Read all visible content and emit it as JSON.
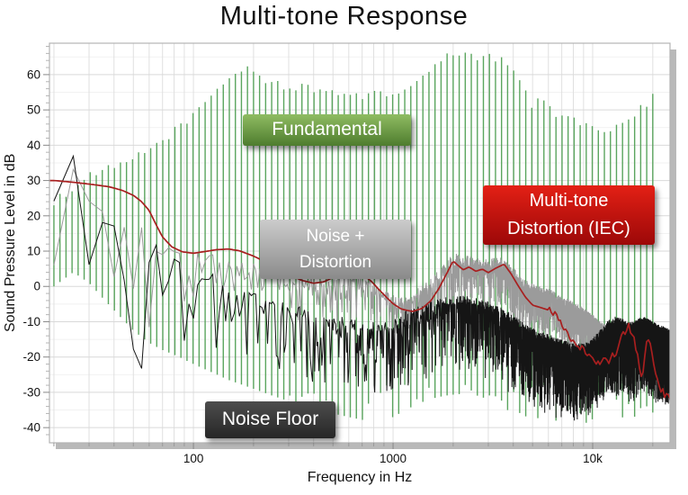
{
  "title": "Multi-tone Response",
  "chart_data": {
    "type": "line",
    "title": "Multi-tone Response",
    "xlabel": "Frequency in Hz",
    "ylabel": "Sound Pressure Level in dB",
    "x_scale": "log",
    "xlim": [
      19,
      24400
    ],
    "ylim": [
      -44.3,
      68.9
    ],
    "grid": "on",
    "x_ticks": [
      {
        "f": 100,
        "label": "100"
      },
      {
        "f": 1000,
        "label": "1000"
      },
      {
        "f": 10000,
        "label": "10k"
      }
    ],
    "y_ticks": [
      {
        "v": 60,
        "label": "60"
      },
      {
        "v": 50,
        "label": "50"
      },
      {
        "v": 40,
        "label": "40"
      },
      {
        "v": 30,
        "label": "30"
      },
      {
        "v": 20,
        "label": "20"
      },
      {
        "v": 10,
        "label": "10"
      },
      {
        "v": 0,
        "label": "0"
      },
      {
        "v": -10,
        "label": "-10"
      },
      {
        "v": -20,
        "label": "-20"
      },
      {
        "v": -30,
        "label": "-30"
      },
      {
        "v": -40,
        "label": "-40"
      }
    ],
    "colors": {
      "fundamental": "#52a156",
      "noise_distortion": "#9b9b9b",
      "noise_floor": "#151515",
      "distortion_iec": "#a81f1f",
      "grid_v": "#e0e0e0",
      "grid_major_h": "#d9d9d9",
      "grid_minor_h": "#f1f1f1",
      "frame": "#b3b3b3",
      "shadow": "#b9b9b9",
      "tick": "#888888",
      "text": "#111111"
    },
    "series": [
      {
        "name": "Fundamental",
        "type": "comb",
        "color": "#52a156",
        "tones": 100,
        "tone_range_hz": [
          20,
          20000
        ],
        "top_jitter_db": 2.4,
        "envelope_db": [
          [
            20,
            24
          ],
          [
            25,
            28
          ],
          [
            30,
            31
          ],
          [
            35,
            33
          ],
          [
            40,
            33.5
          ],
          [
            45,
            34.5
          ],
          [
            50,
            36
          ],
          [
            56,
            38
          ],
          [
            63,
            39.5
          ],
          [
            70,
            41.5
          ],
          [
            80,
            44
          ],
          [
            90,
            46.5
          ],
          [
            100,
            48.5
          ],
          [
            110,
            51
          ],
          [
            120,
            53.5
          ],
          [
            132,
            55.5
          ],
          [
            145,
            58
          ],
          [
            160,
            60.5
          ],
          [
            175,
            61.8
          ],
          [
            190,
            61.8
          ],
          [
            205,
            60.5
          ],
          [
            225,
            58.5
          ],
          [
            250,
            57.5
          ],
          [
            280,
            57
          ],
          [
            320,
            56.5
          ],
          [
            370,
            56
          ],
          [
            430,
            55.5
          ],
          [
            500,
            55
          ],
          [
            600,
            54.6
          ],
          [
            700,
            54.2
          ],
          [
            800,
            54.4
          ],
          [
            900,
            54.2
          ],
          [
            1000,
            54.8
          ],
          [
            1150,
            56
          ],
          [
            1300,
            58
          ],
          [
            1500,
            60.5
          ],
          [
            1700,
            63
          ],
          [
            1900,
            65.2
          ],
          [
            2100,
            66.4
          ],
          [
            2300,
            66
          ],
          [
            2500,
            64.8
          ],
          [
            2800,
            64.6
          ],
          [
            3100,
            64.8
          ],
          [
            3400,
            64.6
          ],
          [
            3700,
            64.2
          ],
          [
            4000,
            62
          ],
          [
            4300,
            58.5
          ],
          [
            4600,
            55.5
          ],
          [
            5000,
            50.5
          ],
          [
            5300,
            52
          ],
          [
            5600,
            54
          ],
          [
            6000,
            52
          ],
          [
            6400,
            49.5
          ],
          [
            6900,
            48.5
          ],
          [
            7500,
            48
          ],
          [
            8200,
            47
          ],
          [
            9000,
            46
          ],
          [
            10000,
            45.2
          ],
          [
            11000,
            44.6
          ],
          [
            12000,
            44
          ],
          [
            13000,
            44.5
          ],
          [
            14000,
            46.5
          ],
          [
            15000,
            48.5
          ],
          [
            16000,
            47
          ],
          [
            17000,
            50.5
          ],
          [
            18000,
            52
          ],
          [
            19000,
            51
          ],
          [
            20000,
            55.5
          ]
        ]
      },
      {
        "name": "Noise + Distortion",
        "type": "noisy",
        "color": "#9b9b9b",
        "jitter_up_db": 3,
        "jitter_down_db": 13,
        "base_db": [
          [
            20,
            27
          ],
          [
            25,
            31
          ],
          [
            30,
            28
          ],
          [
            36,
            23.5
          ],
          [
            42,
            20
          ],
          [
            50,
            16
          ],
          [
            60,
            13
          ],
          [
            70,
            11
          ],
          [
            85,
            9.5
          ],
          [
            100,
            8.2
          ],
          [
            120,
            7.2
          ],
          [
            150,
            6.5
          ],
          [
            200,
            5
          ],
          [
            250,
            3.5
          ],
          [
            300,
            2.2
          ],
          [
            360,
            0.8
          ],
          [
            420,
            0.2
          ],
          [
            500,
            1
          ],
          [
            560,
            2
          ],
          [
            620,
            2.2
          ],
          [
            700,
            1.2
          ],
          [
            800,
            -0.8
          ],
          [
            900,
            -2.6
          ],
          [
            1000,
            -3.8
          ],
          [
            1150,
            -4.5
          ],
          [
            1300,
            -3
          ],
          [
            1500,
            0
          ],
          [
            1700,
            3
          ],
          [
            1900,
            6
          ],
          [
            2100,
            7.5
          ],
          [
            2300,
            7
          ],
          [
            2600,
            6.2
          ],
          [
            3000,
            6
          ],
          [
            3400,
            6.8
          ],
          [
            3700,
            5.5
          ],
          [
            4000,
            3.5
          ],
          [
            4400,
            1
          ],
          [
            4800,
            -0.8
          ],
          [
            5300,
            -1.8
          ],
          [
            6000,
            -2.5
          ],
          [
            6700,
            -4
          ],
          [
            7500,
            -5.5
          ],
          [
            8200,
            -6.5
          ],
          [
            9000,
            -8
          ],
          [
            10000,
            -10
          ],
          [
            11000,
            -12
          ],
          [
            12000,
            -13
          ],
          [
            13500,
            -13.5
          ],
          [
            15000,
            -12.5
          ],
          [
            16500,
            -12.5
          ],
          [
            18000,
            -13.5
          ],
          [
            20000,
            -15
          ],
          [
            22000,
            -17
          ],
          [
            24400,
            -18
          ]
        ]
      },
      {
        "name": "Noise Floor",
        "type": "noisy",
        "color": "#151515",
        "jitter_up_db": 3,
        "jitter_down_db": 20,
        "base_db": [
          [
            20,
            26
          ],
          [
            25,
            30
          ],
          [
            30,
            27
          ],
          [
            36,
            22
          ],
          [
            42,
            18
          ],
          [
            50,
            13.5
          ],
          [
            60,
            10
          ],
          [
            70,
            8
          ],
          [
            85,
            6
          ],
          [
            100,
            4
          ],
          [
            120,
            2
          ],
          [
            150,
            -0.5
          ],
          [
            200,
            -3
          ],
          [
            250,
            -5
          ],
          [
            300,
            -6.5
          ],
          [
            360,
            -8
          ],
          [
            420,
            -9
          ],
          [
            500,
            -10
          ],
          [
            600,
            -11
          ],
          [
            700,
            -11.8
          ],
          [
            800,
            -12
          ],
          [
            900,
            -12
          ],
          [
            1000,
            -11
          ],
          [
            1200,
            -8.5
          ],
          [
            1500,
            -6
          ],
          [
            1800,
            -5
          ],
          [
            2100,
            -4.5
          ],
          [
            2500,
            -4.5
          ],
          [
            3000,
            -6
          ],
          [
            3500,
            -8
          ],
          [
            4000,
            -10
          ],
          [
            4600,
            -12.5
          ],
          [
            5300,
            -14.5
          ],
          [
            6000,
            -15.5
          ],
          [
            7000,
            -17
          ],
          [
            8000,
            -18
          ],
          [
            9000,
            -18
          ],
          [
            10000,
            -16.5
          ],
          [
            11000,
            -14
          ],
          [
            12000,
            -11.5
          ],
          [
            13000,
            -10.5
          ],
          [
            14000,
            -11
          ],
          [
            15000,
            -12
          ],
          [
            16000,
            -12
          ],
          [
            17000,
            -11
          ],
          [
            18000,
            -10.5
          ],
          [
            19000,
            -11
          ],
          [
            20000,
            -12
          ],
          [
            22000,
            -13
          ],
          [
            24400,
            -14
          ]
        ]
      },
      {
        "name": "Multi-tone Distortion (IEC)",
        "type": "line",
        "color": "#a81f1f",
        "hf_jitter_db": 1.1,
        "points_db": [
          [
            20,
            30
          ],
          [
            24,
            29.6
          ],
          [
            28,
            29.2
          ],
          [
            33,
            28.7
          ],
          [
            38,
            28.2
          ],
          [
            44,
            27.2
          ],
          [
            50,
            25.8
          ],
          [
            55,
            24
          ],
          [
            60,
            21.5
          ],
          [
            65,
            17.5
          ],
          [
            70,
            14
          ],
          [
            78,
            11.2
          ],
          [
            88,
            9.8
          ],
          [
            100,
            9.4
          ],
          [
            115,
            9.9
          ],
          [
            130,
            10.4
          ],
          [
            150,
            10.6
          ],
          [
            170,
            10.1
          ],
          [
            200,
            8.6
          ],
          [
            230,
            6.9
          ],
          [
            260,
            5.3
          ],
          [
            300,
            3.3
          ],
          [
            350,
            1.7
          ],
          [
            400,
            0.9
          ],
          [
            450,
            1.3
          ],
          [
            500,
            2.5
          ],
          [
            550,
            3.7
          ],
          [
            600,
            4.4
          ],
          [
            660,
            4.1
          ],
          [
            720,
            3
          ],
          [
            780,
            1.4
          ],
          [
            850,
            -0.9
          ],
          [
            920,
            -2.9
          ],
          [
            1000,
            -4.9
          ],
          [
            1100,
            -6.4
          ],
          [
            1250,
            -7.1
          ],
          [
            1400,
            -6.2
          ],
          [
            1550,
            -4
          ],
          [
            1700,
            -0.5
          ],
          [
            1850,
            3.5
          ],
          [
            2000,
            7.2
          ],
          [
            2100,
            6.1
          ],
          [
            2250,
            4.7
          ],
          [
            2400,
            5.5
          ],
          [
            2600,
            4.3
          ],
          [
            2800,
            4.9
          ],
          [
            3000,
            3.9
          ],
          [
            3300,
            5.3
          ],
          [
            3600,
            6.3
          ],
          [
            3900,
            3.6
          ],
          [
            4200,
            0.5
          ],
          [
            4600,
            -3
          ],
          [
            5000,
            -5.3
          ],
          [
            5500,
            -6
          ],
          [
            6000,
            -6.7
          ],
          [
            6500,
            -8.2
          ],
          [
            7000,
            -11
          ],
          [
            7600,
            -14
          ],
          [
            8200,
            -16
          ],
          [
            9000,
            -18
          ],
          [
            10000,
            -20.5
          ],
          [
            11000,
            -21.5
          ],
          [
            12000,
            -21
          ],
          [
            13000,
            -19
          ],
          [
            14000,
            -14.5
          ],
          [
            15000,
            -11
          ],
          [
            15800,
            -13
          ],
          [
            16800,
            -20
          ],
          [
            17600,
            -26
          ],
          [
            18400,
            -18
          ],
          [
            19200,
            -13.5
          ],
          [
            20000,
            -20
          ],
          [
            21000,
            -27
          ],
          [
            22500,
            -30
          ],
          [
            24400,
            -32
          ]
        ]
      }
    ],
    "annotations": [
      {
        "id": "fundamental",
        "lines": [
          "Fundamental"
        ],
        "bg_top": "#8fbc62",
        "bg_bottom": "#4e7c2e",
        "text_color": "#ffffff"
      },
      {
        "id": "noise-distortion",
        "lines": [
          "Noise +",
          "Distortion"
        ],
        "bg_top": "#cccccc",
        "bg_bottom": "#8a8a8a",
        "text_color": "#ffffff"
      },
      {
        "id": "multitone-distortion",
        "lines": [
          "Multi-tone",
          "Distortion (IEC)"
        ],
        "bg_top": "#e32015",
        "bg_bottom": "#9c0808",
        "text_color": "#ffffff"
      },
      {
        "id": "noise-floor",
        "lines": [
          "Noise Floor"
        ],
        "bg_top": "#4d4d4d",
        "bg_bottom": "#262626",
        "text_color": "#ffffff"
      }
    ]
  }
}
